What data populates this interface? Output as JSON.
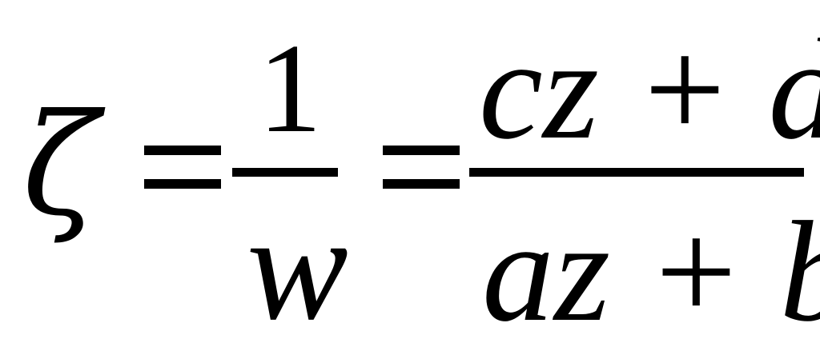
{
  "equation": {
    "lhs": "ζ",
    "first_fraction": {
      "numerator": "1",
      "denominator": "w"
    },
    "second_fraction": {
      "numerator": "cz + d",
      "denominator": "az + b"
    }
  }
}
